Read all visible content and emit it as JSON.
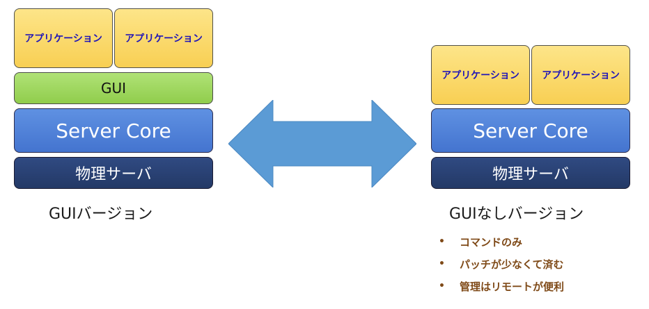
{
  "left_stack": {
    "app1": "アプリケーション",
    "app2": "アプリケーション",
    "gui": "GUI",
    "core": "Server Core",
    "physical": "物理サーバ",
    "caption": "GUIバージョン"
  },
  "right_stack": {
    "app1": "アプリケーション",
    "app2": "アプリケーション",
    "core": "Server Core",
    "physical": "物理サーバ",
    "caption": "GUIなしバージョン",
    "features": [
      "コマンドのみ",
      "パッチが少なくて済む",
      "管理はリモートが便利"
    ]
  },
  "colors": {
    "application": "#f9d65f",
    "application_text": "#1f14b8",
    "gui": "#9bd55e",
    "server_core": "#4c7fd9",
    "physical_server": "#28406f",
    "arrow": "#5b9bd5",
    "feature_text": "#7f4a18"
  }
}
